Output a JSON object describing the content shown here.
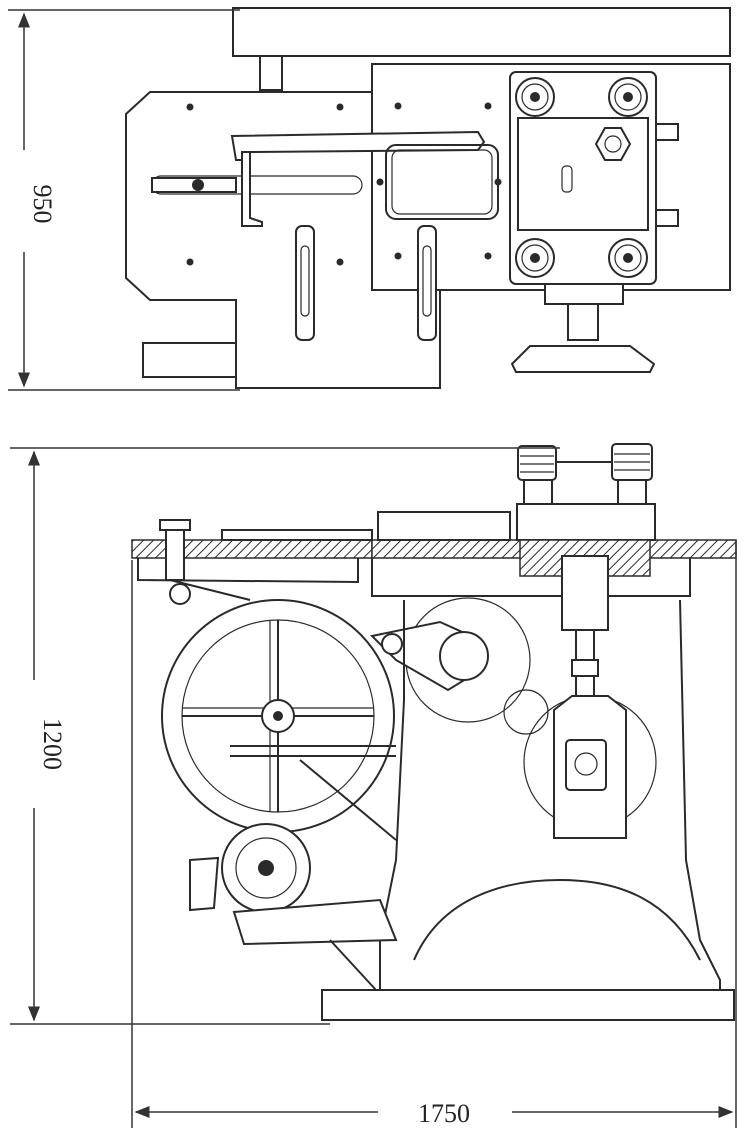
{
  "dimensions": {
    "top_height": "950",
    "side_height": "1200",
    "width": "1750"
  }
}
